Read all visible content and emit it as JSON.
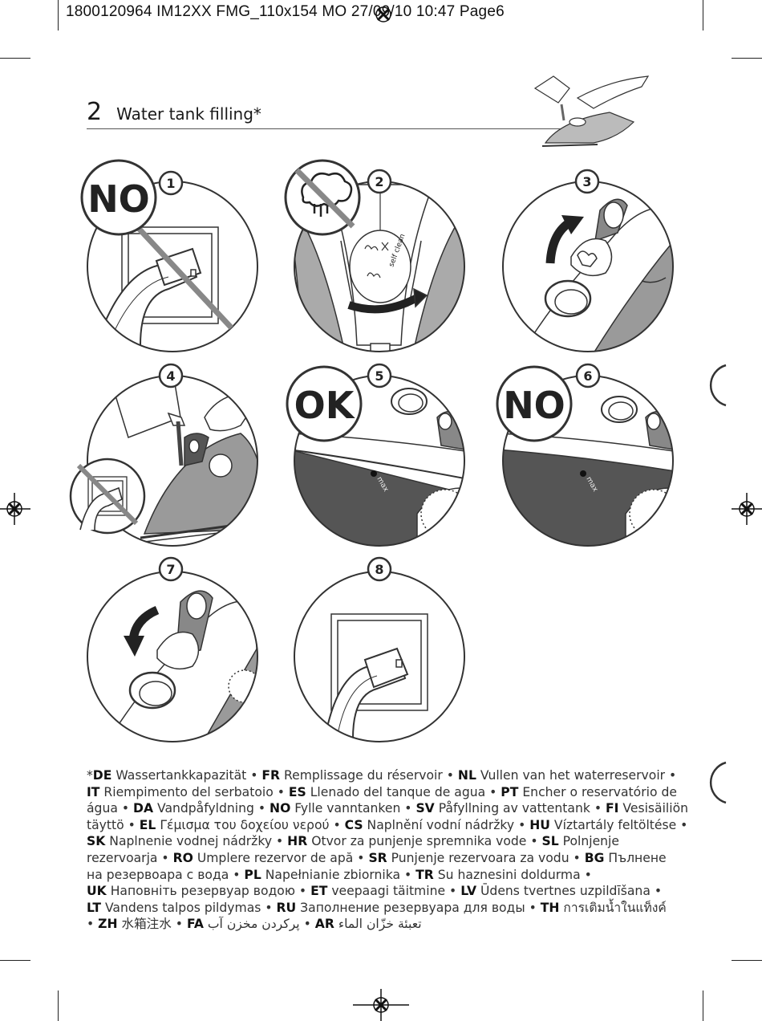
{
  "print_header": "1800120964 IM12XX FMG_110x154 MO  27/09/10  10:47  Page6",
  "section": {
    "number": "2",
    "title": "Water tank filling*"
  },
  "steps": [
    {
      "number": "1",
      "badge": "NO"
    },
    {
      "number": "2"
    },
    {
      "number": "3"
    },
    {
      "number": "4"
    },
    {
      "number": "5",
      "badge": "OK"
    },
    {
      "number": "6",
      "badge": "NO"
    },
    {
      "number": "7"
    },
    {
      "number": "8"
    }
  ],
  "dial_labels": {
    "self_clean": "self clean",
    "max": "max"
  },
  "colors": {
    "water": "#555555",
    "iron_body": "#9a9a9a",
    "outline": "#333333"
  },
  "footer_lines": [
    [
      {
        "t": "*",
        "b": false
      },
      {
        "t": "DE",
        "b": true
      },
      {
        "t": " Wassertankkapazität • ",
        "b": false
      },
      {
        "t": "FR",
        "b": true
      },
      {
        "t": " Remplissage du réservoir • ",
        "b": false
      },
      {
        "t": "NL",
        "b": true
      },
      {
        "t": " Vullen van het waterreservoir •",
        "b": false
      }
    ],
    [
      {
        "t": "IT",
        "b": true
      },
      {
        "t": " Riempimento del serbatoio • ",
        "b": false
      },
      {
        "t": "ES",
        "b": true
      },
      {
        "t": " Llenado del tanque de agua • ",
        "b": false
      },
      {
        "t": "PT",
        "b": true
      },
      {
        "t": " Encher o reservatório de",
        "b": false
      }
    ],
    [
      {
        "t": "água • ",
        "b": false
      },
      {
        "t": "DA",
        "b": true
      },
      {
        "t": " Vandpåfyldning • ",
        "b": false
      },
      {
        "t": "NO",
        "b": true
      },
      {
        "t": " Fylle vanntanken • ",
        "b": false
      },
      {
        "t": "SV",
        "b": true
      },
      {
        "t": " Påfyllning av vattentank • ",
        "b": false
      },
      {
        "t": "FI",
        "b": true
      },
      {
        "t": " Vesisäiliön",
        "b": false
      }
    ],
    [
      {
        "t": "täyttö • ",
        "b": false
      },
      {
        "t": "EL",
        "b": true
      },
      {
        "t": " Γέμισμα του δοχείου νερού • ",
        "b": false
      },
      {
        "t": "CS",
        "b": true
      },
      {
        "t": " Naplnění vodní nádržky • ",
        "b": false
      },
      {
        "t": "HU",
        "b": true
      },
      {
        "t": " Víztartály feltöltése •",
        "b": false
      }
    ],
    [
      {
        "t": "SK",
        "b": true
      },
      {
        "t": " Naplnenie vodnej nádržky • ",
        "b": false
      },
      {
        "t": "HR",
        "b": true
      },
      {
        "t": " Otvor za punjenje spremnika vode • ",
        "b": false
      },
      {
        "t": "SL",
        "b": true
      },
      {
        "t": " Polnjenje",
        "b": false
      }
    ],
    [
      {
        "t": "rezervoarja • ",
        "b": false
      },
      {
        "t": "RO",
        "b": true
      },
      {
        "t": " Umplere rezervor de apă • ",
        "b": false
      },
      {
        "t": "SR",
        "b": true
      },
      {
        "t": " Punjenje rezervoara za vodu • ",
        "b": false
      },
      {
        "t": "BG",
        "b": true
      },
      {
        "t": " Пълнене",
        "b": false
      }
    ],
    [
      {
        "t": "на резервоара с вода • ",
        "b": false
      },
      {
        "t": "PL",
        "b": true
      },
      {
        "t": " Napełnianie zbiornika • ",
        "b": false
      },
      {
        "t": "TR",
        "b": true
      },
      {
        "t": " Su haznesini doldurma •",
        "b": false
      }
    ],
    [
      {
        "t": "UK",
        "b": true
      },
      {
        "t": " Наповніть резервуар водою • ",
        "b": false
      },
      {
        "t": "ET",
        "b": true
      },
      {
        "t": " veepaagi täitmine • ",
        "b": false
      },
      {
        "t": "LV",
        "b": true
      },
      {
        "t": " Ūdens tvertnes uzpildīšana •",
        "b": false
      }
    ],
    [
      {
        "t": "LT",
        "b": true
      },
      {
        "t": " Vandens talpos pildymas • ",
        "b": false
      },
      {
        "t": "RU",
        "b": true
      },
      {
        "t": " Заполнение резервуара для воды  • ",
        "b": false
      },
      {
        "t": "TH",
        "b": true
      },
      {
        "t": " การเติมน้ำในแท็งค์",
        "b": false
      }
    ],
    [
      {
        "t": "• ",
        "b": false
      },
      {
        "t": "ZH",
        "b": true
      },
      {
        "t": " 水箱注水 • ",
        "b": false
      },
      {
        "t": "FA",
        "b": true
      },
      {
        "t": " پرکردن مخزن آب • ",
        "b": false
      },
      {
        "t": "AR",
        "b": true
      },
      {
        "t": " تعبئة خزّان الماء",
        "b": false
      }
    ]
  ]
}
